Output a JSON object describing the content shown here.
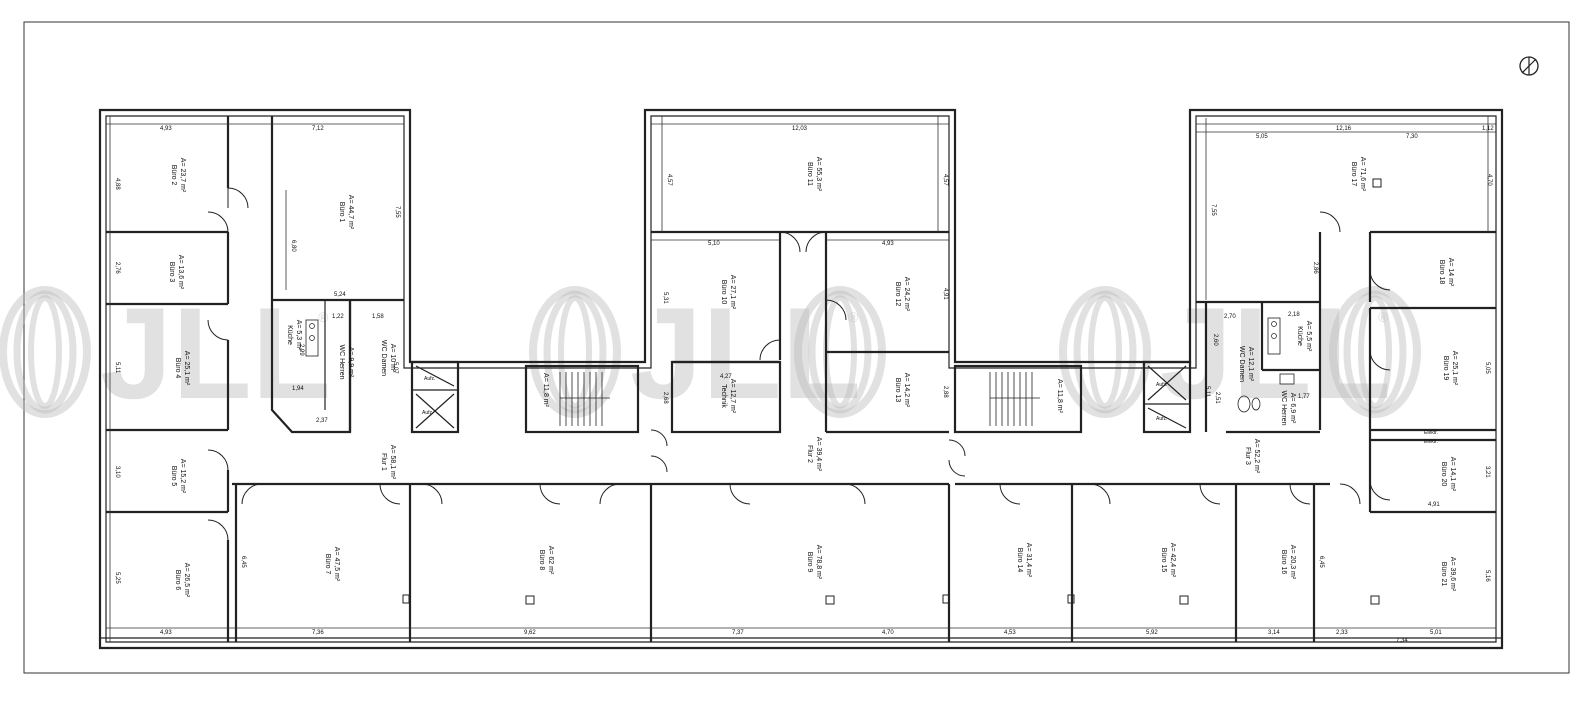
{
  "watermark": {
    "text": "JLL",
    "mark": "®"
  },
  "north_arrow": {
    "icon": "north-arrow-icon"
  },
  "rooms": [
    {
      "id": "buero-2",
      "name": "Büro 2",
      "area": "A= 23,7 m²"
    },
    {
      "id": "buero-1",
      "name": "Büro 1",
      "area": "A= 44,7 m²"
    },
    {
      "id": "buero-3",
      "name": "Büro 3",
      "area": "A= 13,6 m²"
    },
    {
      "id": "kueche-1",
      "name": "Küche",
      "area": "A= 5,3 m²"
    },
    {
      "id": "wc-herren-1",
      "name": "WC Herren",
      "area": "A= 9,9 m²"
    },
    {
      "id": "wc-damen-1",
      "name": "WC Damen",
      "area": "A= 10 m²"
    },
    {
      "id": "buero-4",
      "name": "Büro 4",
      "area": "A= 25,1 m²"
    },
    {
      "id": "buero-5",
      "name": "Büro 5",
      "area": "A= 15,2 m²"
    },
    {
      "id": "buero-6",
      "name": "Büro 6",
      "area": "A= 26,5 m²"
    },
    {
      "id": "flur-1",
      "name": "Flur 1",
      "area": "A= 58,1 m²"
    },
    {
      "id": "buero-7",
      "name": "Büro 7",
      "area": "A= 47,5 m²"
    },
    {
      "id": "buero-8",
      "name": "Büro 8",
      "area": "A= 62 m²"
    },
    {
      "id": "treppe-1",
      "name": "",
      "area": "A= 11,8 m²"
    },
    {
      "id": "buero-11",
      "name": "Büro 11",
      "area": "A= 55,3 m²"
    },
    {
      "id": "buero-10",
      "name": "Büro 10",
      "area": "A= 27,1 m²"
    },
    {
      "id": "buero-12",
      "name": "Büro 12",
      "area": "A= 24,2 m²"
    },
    {
      "id": "technik",
      "name": "Technik",
      "area": "A= 12,7 m²"
    },
    {
      "id": "buero-13",
      "name": "Büro 13",
      "area": "A= 14,2 m²"
    },
    {
      "id": "flur-2",
      "name": "Flur 2",
      "area": "A= 39,4 m²"
    },
    {
      "id": "buero-9",
      "name": "Büro 9",
      "area": "A= 78,8 m²"
    },
    {
      "id": "treppe-2",
      "name": "",
      "area": "A= 11,8 m²"
    },
    {
      "id": "buero-14",
      "name": "Büro 14",
      "area": "A= 31,4 m²"
    },
    {
      "id": "buero-15",
      "name": "Büro 15",
      "area": "A= 42,4 m²"
    },
    {
      "id": "buero-17",
      "name": "Büro 17",
      "area": "A= 71,6 m²"
    },
    {
      "id": "buero-18",
      "name": "Büro 18",
      "area": "A= 14 m²"
    },
    {
      "id": "kueche-2",
      "name": "Küche",
      "area": "A= 5,5 m²"
    },
    {
      "id": "wc-damen-2",
      "name": "WC Damen",
      "area": "A= 12,1 m²"
    },
    {
      "id": "wc-herren-2",
      "name": "WC Herren",
      "area": "A= 6,9 m²"
    },
    {
      "id": "buero-19",
      "name": "Büro 19",
      "area": "A= 25,1 m²"
    },
    {
      "id": "flur-3",
      "name": "Flur 3",
      "area": "A= 52,2 m²"
    },
    {
      "id": "buero-20",
      "name": "Büro 20",
      "area": "A= 14,1 m²"
    },
    {
      "id": "buero-16",
      "name": "Büro 16",
      "area": "A= 20,3 m²"
    },
    {
      "id": "buero-21",
      "name": "Büro 21",
      "area": "A= 39,6 m²"
    }
  ],
  "dimensions": {
    "top_a": "4,93",
    "top_b": "7,12",
    "top_c": "12,03",
    "top_d": "12,16",
    "top_e": "5,05",
    "top_f": "7,30",
    "left_1": "4,88",
    "left_2": "2,76",
    "left_3": "5,11",
    "left_4": "3,10",
    "left_5": "5,25",
    "b1_h": "7,55",
    "b1_inner": "6,80",
    "k_w": "5,24",
    "wc_a": "1,22",
    "wc_b": "1,58",
    "wc_c": "2,99",
    "wc_d": "5,07",
    "wc_e": "1,94",
    "wc_f": "2,37",
    "b11_l": "4,57",
    "b11_r": "4,57",
    "b10_w": "5,10",
    "b12_w": "4,93",
    "b10_h": "5,31",
    "b12_h": "4,91",
    "tech_w": "4,27",
    "tech_h": "2,68",
    "b13_h": "2,88",
    "r17_l": "7,55",
    "r17_r": "4,70",
    "r18_h": "2,86",
    "r18_w": "2,18",
    "k2_w": "2,70",
    "k2_h": "2,60",
    "wc2_a": "5,11",
    "wc2_b": "2,51",
    "wc2_c": "1,77",
    "r19_h": "5,05",
    "r20_h": "3,21",
    "r20_w": "4,91",
    "b6_w": "4,93",
    "b7_w": "7,36",
    "b8_w": "9,62",
    "b9_w": "7,37",
    "b9_w2": "4,70",
    "b14_w": "4,53",
    "b15_w": "5,92",
    "b16_w": "3,14",
    "b21_a": "2,33",
    "b21_b": "5,01",
    "b21_c": "7,34",
    "b7_h": "6,45",
    "b16_h": "6,45",
    "b21_h": "5,16",
    "top_small": "1,12",
    "r19_tag": "Elektr.",
    "r20_tag": "Elektr."
  },
  "lift_labels": [
    "Aufz.",
    "Aufz.",
    "Aufz.",
    "Aufz."
  ]
}
